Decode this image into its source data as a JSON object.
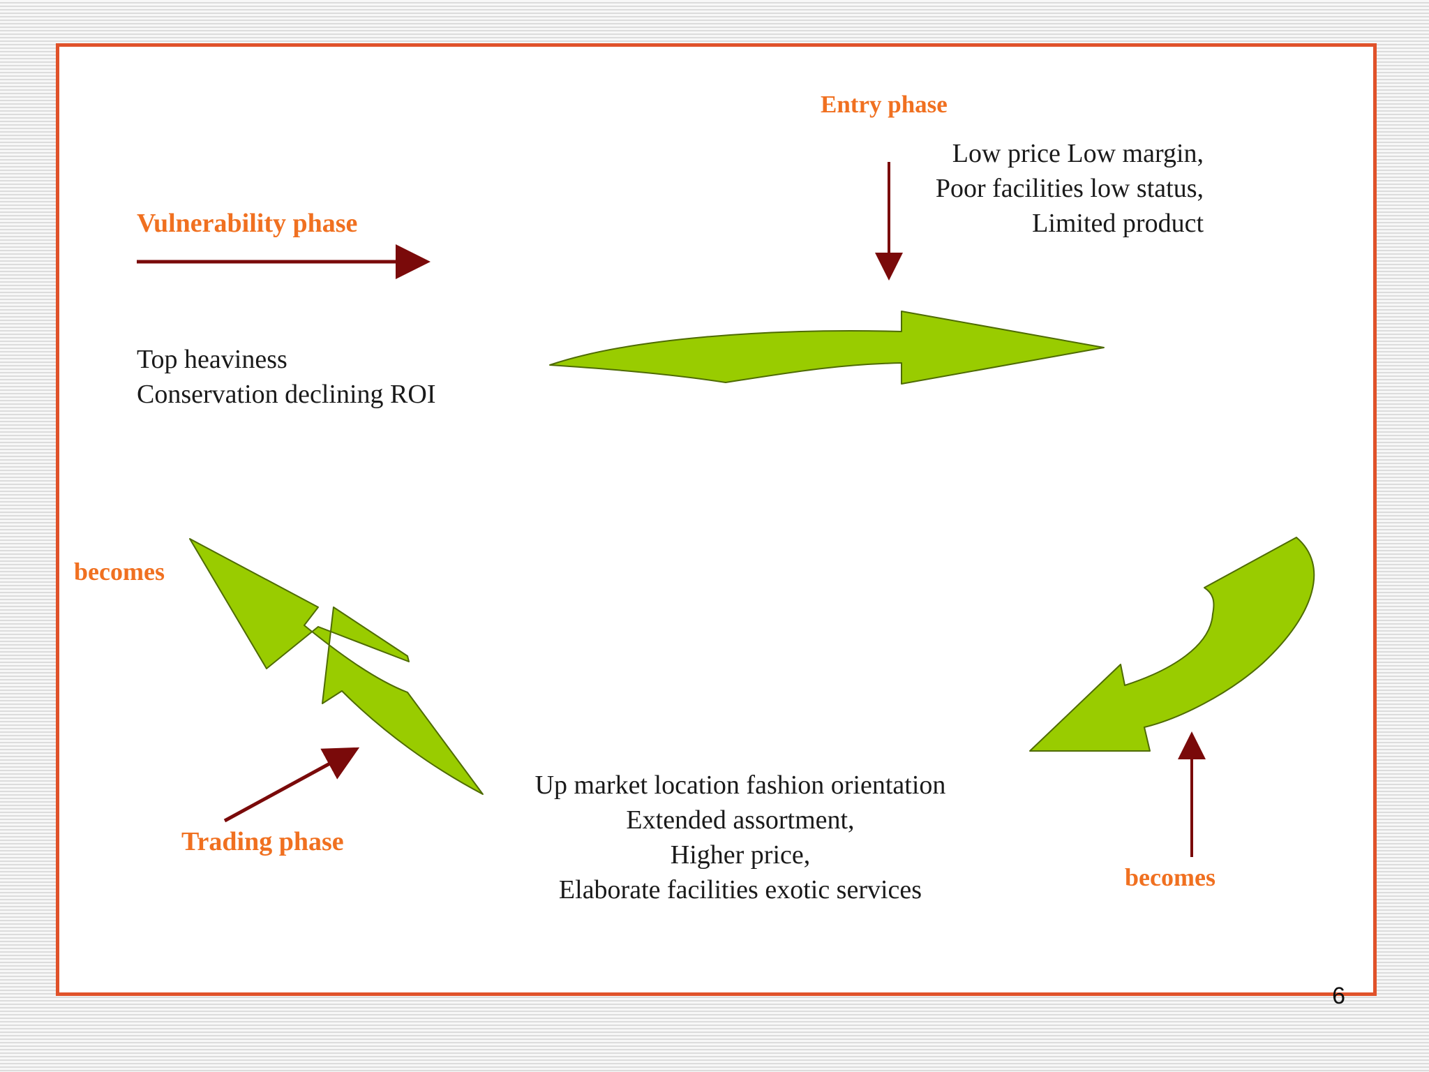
{
  "labels": {
    "entry_phase": "Entry phase",
    "vulnerability_phase": "Vulnerability phase",
    "becomes_left": "becomes",
    "trading_phase": "Trading phase",
    "becomes_right": "becomes"
  },
  "entry_text": [
    "Low price Low margin,",
    "Poor facilities low status,",
    "Limited product"
  ],
  "vulnerability_text": [
    "Top heaviness",
    "Conservation declining ROI"
  ],
  "trading_text": [
    "Up market location fashion orientation",
    "Extended assortment,",
    "Higher price,",
    "Elaborate facilities exotic services"
  ],
  "page_number": "6",
  "colors": {
    "border": "#e0522a",
    "label": "#f07020",
    "arrow_green": "#99cc00",
    "pointer": "#7a0a0a"
  }
}
